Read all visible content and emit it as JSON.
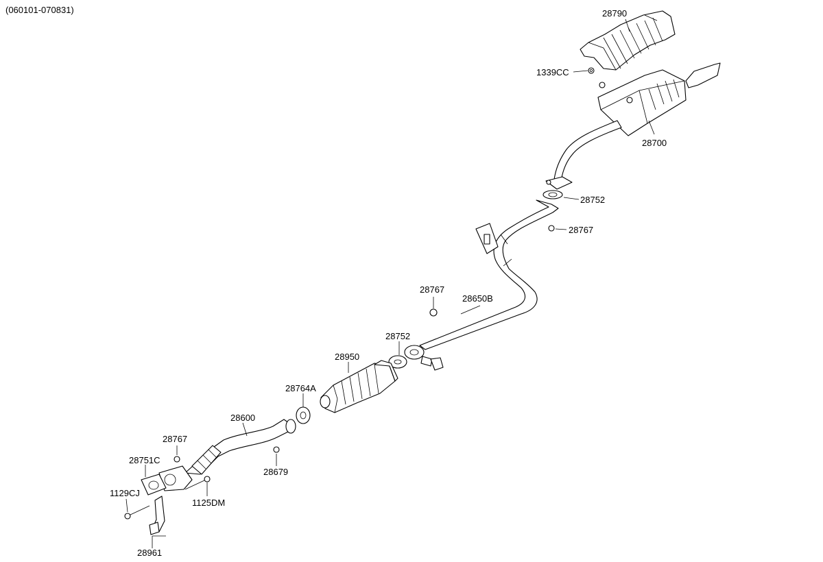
{
  "date_range": "(060101-070831)",
  "labels": {
    "heat_shield": "28790",
    "shield_nut": "1339CC",
    "muffler": "28700",
    "gasket_rear": "28752",
    "nut_rear": "28767",
    "center_pipe": "28650B",
    "nut_center": "28767",
    "gasket_center": "28752",
    "catalytic_converter": "28950",
    "gasket_cat": "28764A",
    "front_pipe": "28600",
    "front_pipe_nut": "28679",
    "nut_front": "28767",
    "gasket_front": "28751C",
    "bolt_front": "1129CJ",
    "bolt_bracket": "1125DM",
    "bracket": "28961"
  }
}
